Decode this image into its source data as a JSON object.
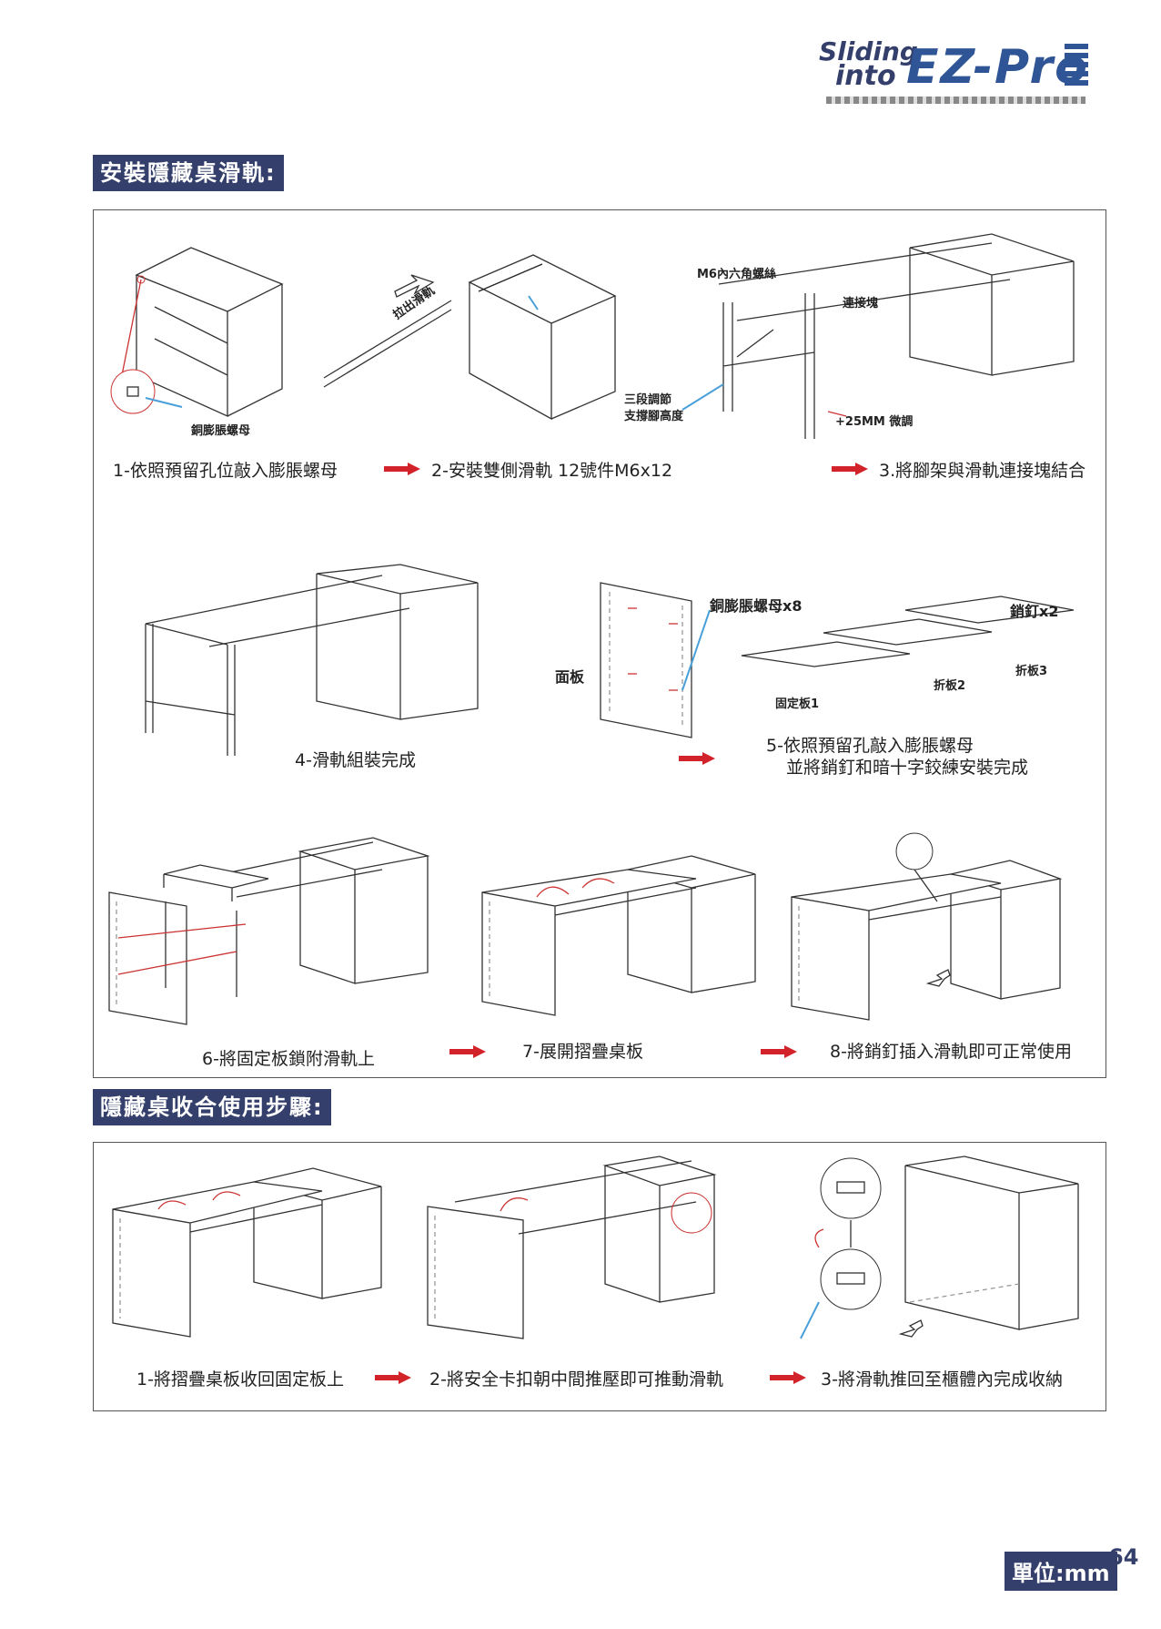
{
  "logo": {
    "line1": "Sliding",
    "line2": "into",
    "brand": "EZ-Pro"
  },
  "section1": {
    "title": "安裝隱藏桌滑軌:",
    "labels": {
      "nut": "銅膨脹螺母",
      "pull_rail": "拉出滑軌",
      "hex_screw": "M6內六角螺絲",
      "connector": "連接塊",
      "leg_adjust_1": "三段調節",
      "leg_adjust_2": "支撐腳高度",
      "fine_tune": "+25MM 微調",
      "panel": "面板",
      "nut_x8": "銅膨脹螺母x8",
      "pin_x2": "銷釘x2",
      "fold2": "折板2",
      "fold3": "折板3",
      "fixed1": "固定板1"
    },
    "steps": {
      "s1": "1-依照預留孔位敲入膨脹螺母",
      "s2": "2-安裝雙側滑軌 12號件M6x12",
      "s3": "3.將腳架與滑軌連接塊結合",
      "s4": "4-滑軌組裝完成",
      "s5a": "5-依照預留孔敲入膨脹螺母",
      "s5b": "並將銷釘和暗十字鉸練安裝完成",
      "s6": "6-將固定板鎖附滑軌上",
      "s7": "7-展開摺疊桌板",
      "s8": "8-將銷釘插入滑軌即可正常使用"
    }
  },
  "section2": {
    "title": "隱藏桌收合使用步驟:",
    "steps": {
      "s1": "1-將摺疊桌板收回固定板上",
      "s2": "2-將安全卡扣朝中間推壓即可推動滑軌",
      "s3": "3-將滑軌推回至櫃體內完成收納"
    }
  },
  "footer": {
    "unit": "單位:mm",
    "page": "64"
  },
  "colors": {
    "title_bg": "#34406b",
    "brand_blue": "#2f5596",
    "arrow_red": "#d2232a",
    "leader_blue": "#49a0d8"
  }
}
